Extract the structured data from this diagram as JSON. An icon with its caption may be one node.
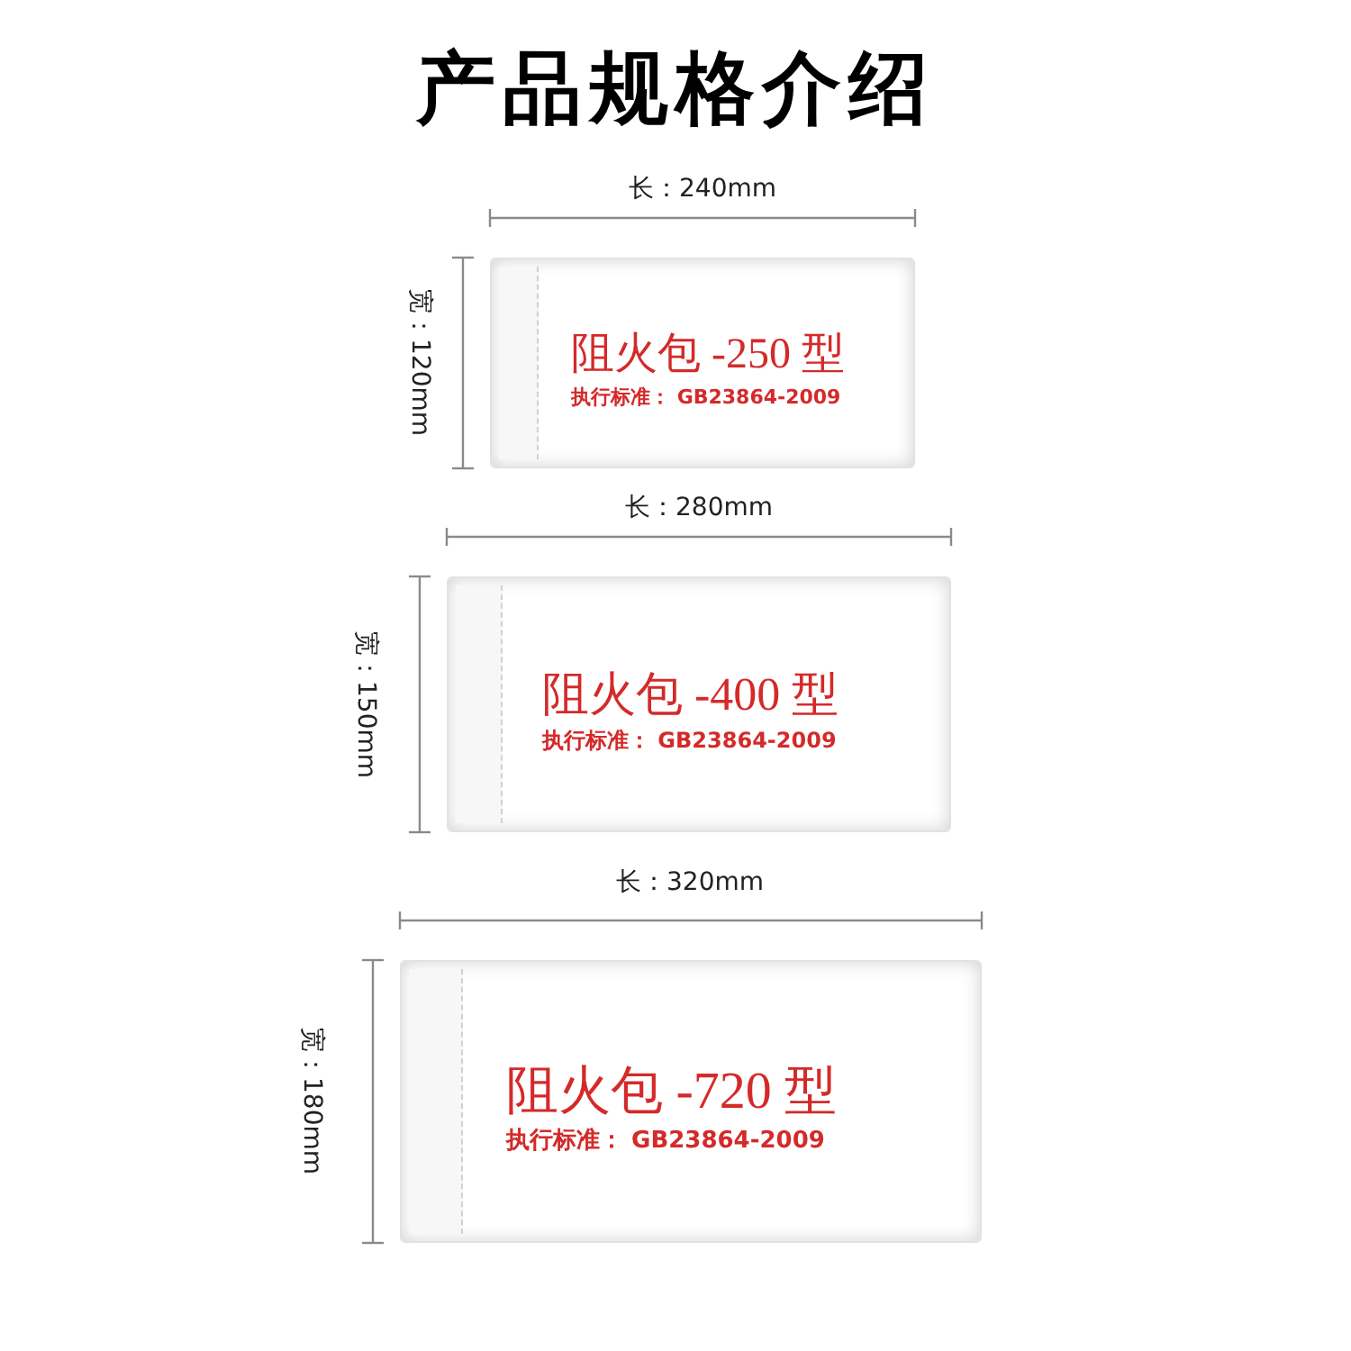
{
  "diagram": {
    "title": "产品规格介绍",
    "nodes": [
      {
        "text": [
          "阻火包 -250 型",
          "执行标准： GB23864-2009"
        ]
      },
      {
        "text": [
          "阻火包 -400 型",
          "执行标准： GB23864-2009"
        ]
      },
      {
        "text": [
          "阻火包 -720 型",
          "执行标准： GB23864-2009"
        ]
      }
    ],
    "labels": [
      "长：240mm",
      "宽：120mm",
      "长：280mm",
      "宽：150mm",
      "长：320mm",
      "宽：180mm"
    ]
  }
}
